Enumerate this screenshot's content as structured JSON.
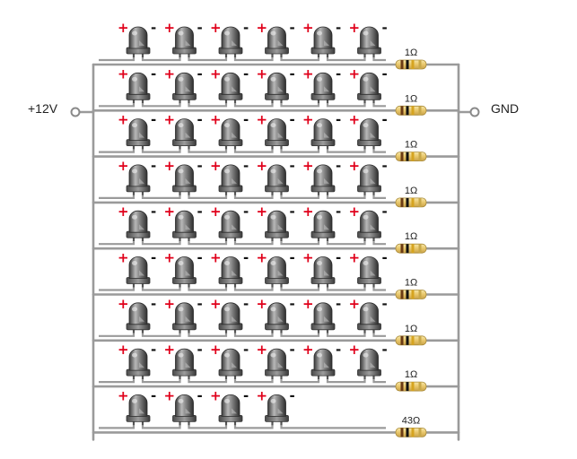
{
  "diagram": {
    "supply_label": "+12V",
    "ground_label": "GND",
    "plus_symbol": "+",
    "minus_symbol": "-",
    "plus_color": "#e0001a",
    "minus_color": "#111111",
    "wire_color": "#9a9a9a",
    "led_icon": "led-icon",
    "resistor_icon": "resistor-icon",
    "rows": [
      {
        "leds": 6,
        "resistor": "1Ω"
      },
      {
        "leds": 6,
        "resistor": "1Ω"
      },
      {
        "leds": 6,
        "resistor": "1Ω"
      },
      {
        "leds": 6,
        "resistor": "1Ω"
      },
      {
        "leds": 6,
        "resistor": "1Ω"
      },
      {
        "leds": 6,
        "resistor": "1Ω"
      },
      {
        "leds": 6,
        "resistor": "1Ω"
      },
      {
        "leds": 6,
        "resistor": "1Ω"
      },
      {
        "leds": 4,
        "resistor": "43Ω"
      }
    ]
  }
}
